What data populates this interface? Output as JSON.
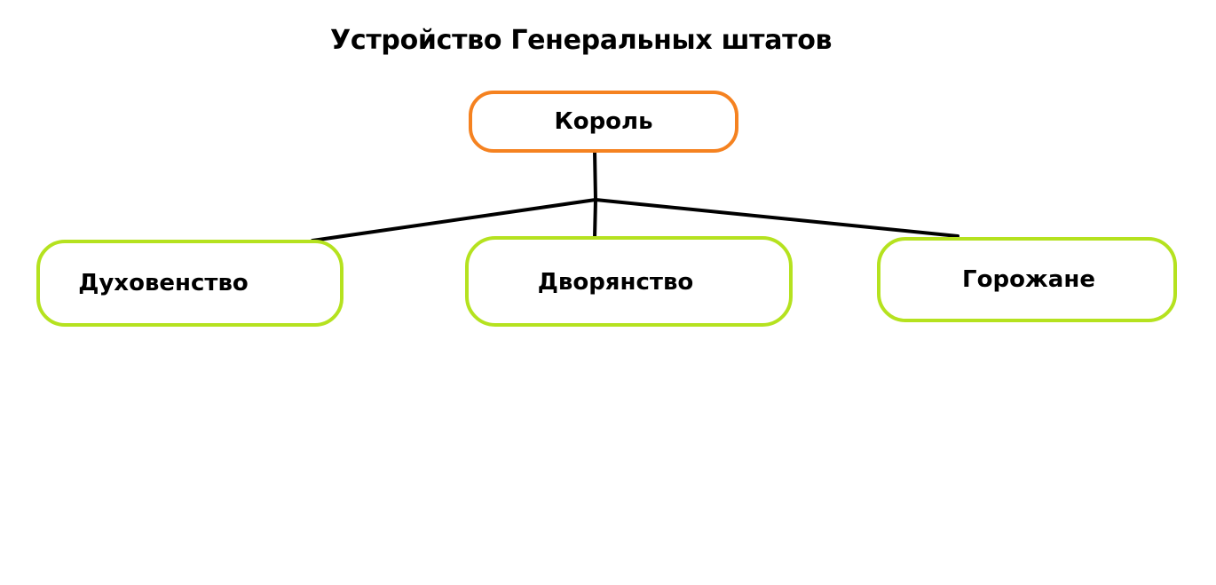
{
  "diagram": {
    "title": "Устройство Генеральных штатов",
    "root": {
      "label": "Король",
      "border_color": "#F58220"
    },
    "children": [
      {
        "label": "Духовенство",
        "border_color": "#B5E21F"
      },
      {
        "label": "Дворянство",
        "border_color": "#B5E21F"
      },
      {
        "label": "Горожане",
        "border_color": "#B5E21F"
      }
    ],
    "connector_color": "#000000"
  }
}
